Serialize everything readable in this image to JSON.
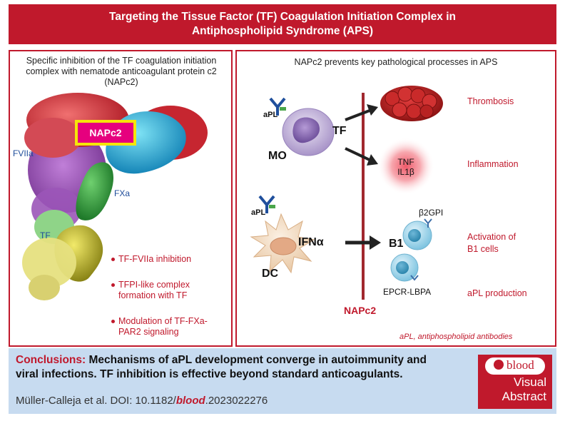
{
  "header": {
    "title": "Targeting the Tissue Factor (TF) Coagulation Initiation Complex in Antiphospholipid Syndrome (APS)"
  },
  "left_panel": {
    "title": "Specific inhibition of the TF coagulation initiation complex with nematode anticoagulant protein c2 (NAPc2)",
    "labels": {
      "napc2": "NAPc2",
      "fviia": "FVIIa",
      "fxa": "FXa",
      "tf": "TF"
    },
    "bullets": [
      "TF-FVIIa inhibition",
      "TFPI-like complex formation with TF",
      "Modulation of TF-FXa-PAR2 signaling"
    ]
  },
  "right_panel": {
    "title": "NAPc2 prevents key pathological processes in APS",
    "labels": {
      "apl_top": "aPL",
      "apl_bottom": "aPL",
      "mo": "MO",
      "tf": "TF",
      "dc": "DC",
      "ifn": "IFNα",
      "b1": "B1",
      "b2gpi": "β2GPI",
      "epcr": "EPCR-LBPA",
      "tnf": "TNF",
      "il1b": "IL1β",
      "napc2": "NAPc2"
    },
    "outcomes": {
      "thrombosis": "Thrombosis",
      "inflammation": "Inflammation",
      "activation_line1": "Activation of",
      "activation_line2": "B1 cells",
      "apl_production": "aPL production"
    },
    "footnote": "aPL, antiphospholipid antibodies"
  },
  "conclusion": {
    "label": "Conclusions:",
    "text": "Mechanisms of aPL development converge in autoimmunity and viral infections. TF inhibition is effective beyond standard anticoagulants.",
    "citation_prefix": "Müller-Calleja et al. DOI: 10.1182/",
    "citation_journal": "blood",
    "citation_suffix": ".2023022276"
  },
  "logo": {
    "brand": "blood",
    "line1": "Visual",
    "line2": "Abstract"
  },
  "colors": {
    "brand_red": "#c0192c",
    "conclusion_bg": "#c7dbf0",
    "label_blue": "#1e4c9a"
  }
}
